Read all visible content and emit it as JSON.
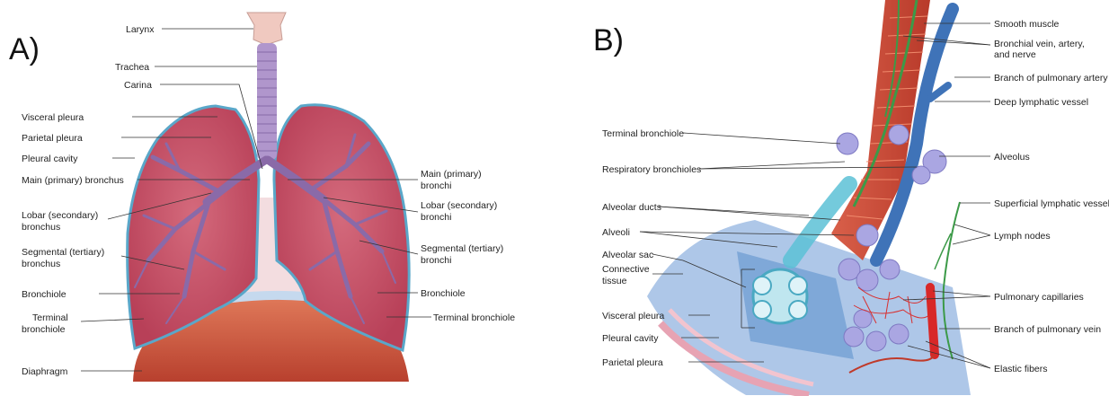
{
  "panel_a": {
    "letter": "A)",
    "labels": {
      "larynx": "Larynx",
      "trachea": "Trachea",
      "carina": "Carina",
      "visceral_pleura": "Visceral pleura",
      "parietal_pleura": "Parietal pleura",
      "pleural_cavity": "Pleural cavity",
      "main_bronchus_left_label": "Main (primary) bronchus",
      "lobar_bronchus_l1": "Lobar (secondary)",
      "lobar_bronchus_l2": "bronchus",
      "segmental_bronchus_l1": "Segmental (tertiary)",
      "segmental_bronchus_l2": "bronchus",
      "bronchiole_left": "Bronchiole",
      "terminal_bronchiole_l1": "Terminal",
      "terminal_bronchiole_l2": "bronchiole",
      "diaphragm": "Diaphragm",
      "main_bronchi_r1": "Main (primary)",
      "main_bronchi_r2": "bronchi",
      "lobar_bronchi_r1": "Lobar (secondary)",
      "lobar_bronchi_r2": "bronchi",
      "segmental_bronchi_r1": "Segmental (tertiary)",
      "segmental_bronchi_r2": "bronchi",
      "bronchiole_right": "Bronchiole",
      "terminal_bronchiole_right": "Terminal bronchiole"
    }
  },
  "panel_b": {
    "letter": "B)",
    "labels": {
      "smooth_muscle": "Smooth muscle",
      "bronchial_l1": "Bronchial vein, artery,",
      "bronchial_l2": "and nerve",
      "branch_pulmonary_artery": "Branch of pulmonary artery",
      "deep_lymphatic": "Deep lymphatic vessel",
      "alveolus": "Alveolus",
      "superficial_lymphatic": "Superficial lymphatic vessel",
      "lymph_nodes": "Lymph nodes",
      "pulmonary_capillaries": "Pulmonary capillaries",
      "branch_pulmonary_vein": "Branch of pulmonary vein",
      "elastic_fibers": "Elastic fibers",
      "terminal_bronchiole": "Terminal bronchiole",
      "respiratory_bronchioles": "Respiratory bronchioles",
      "alveolar_ducts": "Alveolar ducts",
      "alveoli": "Alveoli",
      "alveolar_sac": "Alveolar sac",
      "connective_l1": "Connective",
      "connective_l2": "tissue",
      "visceral_pleura": "Visceral pleura",
      "pleural_cavity": "Pleural cavity",
      "parietal_pleura": "Parietal pleura"
    }
  },
  "colors": {
    "lung_fill": "#c9566a",
    "lung_outline": "#5aa7c9",
    "airway": "#a98ac4",
    "diaphragm": "#d4624a",
    "muscle": "#c94a3a",
    "vessel_blue": "#3f73b8",
    "alveolus": "#a9a6e0",
    "duct_cyan": "#5cc1d6"
  }
}
